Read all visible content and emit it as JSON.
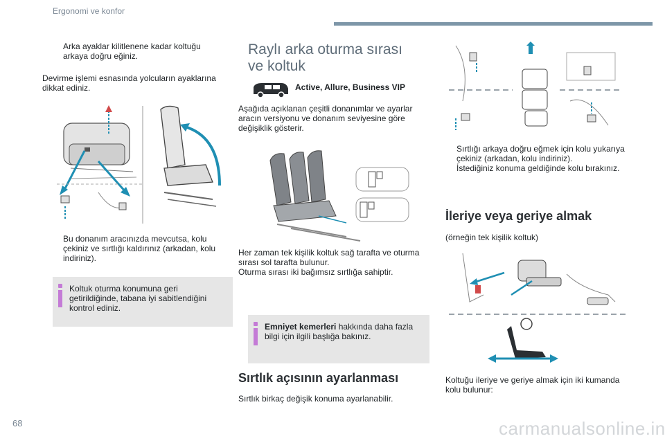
{
  "header": {
    "section": "Ergonomi ve konfor"
  },
  "page_number": "68",
  "watermark": "carmanualsonline.info",
  "col1": {
    "bullet1": "Arka ayaklar kilitlenene kadar koltuğu arkaya doğru eğiniz.",
    "para1": "Devirme işlemi esnasında yolcuların ayaklarına dikkat ediniz.",
    "bullet2": "Bu donanım aracınızda mevcutsa, kolu çekiniz ve sırtlığı kaldırınız (arkadan, kolu indiriniz).",
    "note": "Koltuk oturma konumuna geri getirildiğinde, tabana iyi sabitlendiğini kontrol ediniz."
  },
  "col2": {
    "section_title": "Raylı arka oturma sırası ve koltuk",
    "versions": "Active, Allure, Business VIP",
    "para1": "Aşağıda açıklanan çeşitli donanımlar ve ayarlar aracın versiyonu ve donanım seviyesine göre değişiklik gösterir.",
    "para2": "Her zaman tek kişilik koltuk sağ tarafta ve oturma sırası sol tarafta bulunur.",
    "para3": "Oturma sırası iki bağımsız sırtlığa sahiptir.",
    "note_bold": "Emniyet kemerleri",
    "note_rest": "hakkında daha fazla bilgi için ilgili başlığa bakınız.",
    "subsection": "Sırtlık açısının ayarlanması",
    "para4": "Sırtlık birkaç değişik konuma ayarlanabilir."
  },
  "col3": {
    "bullet1": "Sırtlığı arkaya doğru eğmek için kolu yukarıya çekiniz (arkadan, kolu indiriniz).",
    "bullet2": "İstediğiniz konuma geldiğinde kolu bırakınız.",
    "subsection": "İleriye veya geriye almak",
    "para1": "(örneğin tek kişilik koltuk)",
    "para2": "Koltuğu ileriye ve geriye almak için iki kumanda kolu bulunur:"
  },
  "bullet_mark": "",
  "colors": {
    "accent": "#7d96a8",
    "arrow": "#1f8fb3",
    "note_icon": "#c47bd6",
    "title": "#5e6c78"
  }
}
